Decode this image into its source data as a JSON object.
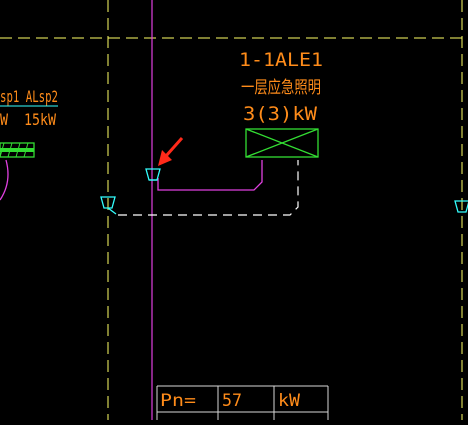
{
  "colors": {
    "background": "#000000",
    "yellow": "#ffff66",
    "magenta": "#e040e0",
    "orange": "#ff8c1a",
    "green": "#33dd33",
    "cyan": "#33ffff",
    "white": "#ffffff",
    "red": "#ff2a1a",
    "table_line": "#d8d8d8"
  },
  "panel": {
    "name": "1-1ALE1",
    "desc": "一层应急照明",
    "power": "3(3)kW"
  },
  "left_panel": {
    "names": "sp1 ALsp2",
    "powers": "W  15kW"
  },
  "table": {
    "label": "Pn=",
    "value": "57",
    "unit": "kW"
  }
}
